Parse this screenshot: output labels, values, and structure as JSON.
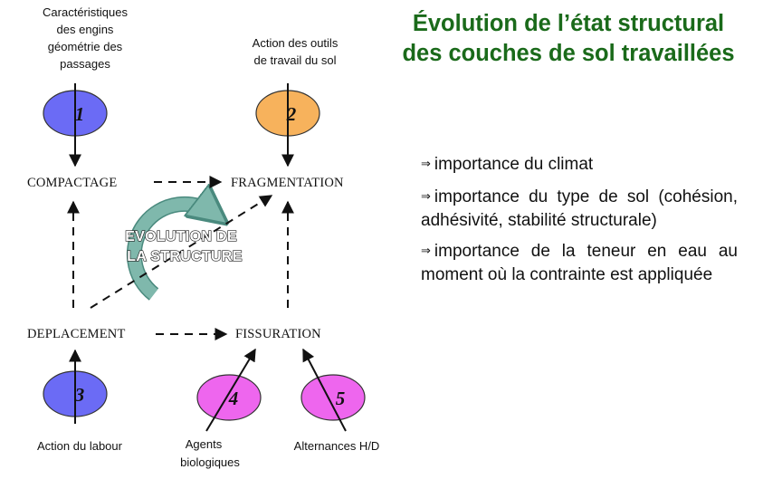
{
  "title": {
    "line1": "Évolution de l’état structural",
    "line2": "des couches de sol travaillées"
  },
  "bullet_symbol": "⇒",
  "bullets": [
    "importance du climat",
    "importance du type de sol (cohésion, adhésivité, stabilité structurale)",
    "importance de la teneur en eau au moment où la contrainte est appliquée"
  ],
  "diagram": {
    "nodes": {
      "compactage": "COMPACTAGE",
      "fragmentation": "FRAGMENTATION",
      "deplacement": "DEPLACEMENT",
      "fissuration": "FISSURATION"
    },
    "center_label": {
      "line1": "EVOLUTION DE",
      "line2": "LA STRUCTURE"
    },
    "factors": [
      {
        "number": "1",
        "color": "#6b6bf5",
        "label_lines": [
          "Caractéristiques",
          "des engins",
          "géométrie des",
          "passages"
        ]
      },
      {
        "number": "2",
        "color": "#f7b25c",
        "label_lines": [
          "Action des outils",
          "de travail du sol"
        ]
      },
      {
        "number": "3",
        "color": "#6b6bf5",
        "label_lines": [
          "Action du labour"
        ]
      },
      {
        "number": "4",
        "color": "#ee66ee",
        "label_lines": [
          "Agents",
          "biologiques"
        ]
      },
      {
        "number": "5",
        "color": "#ee66ee",
        "label_lines": [
          "Alternances H/D"
        ]
      }
    ],
    "cycle_arrow_color": "#7fb8ac"
  }
}
